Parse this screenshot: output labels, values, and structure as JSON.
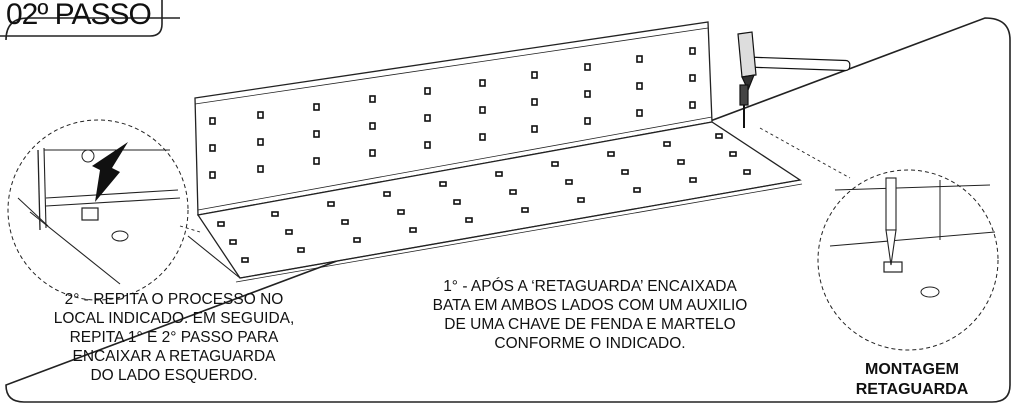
{
  "title": "02º PASSO",
  "left_note": {
    "lines": [
      "2° - REPITA O PROCESSO NO",
      "LOCAL INDICADO. EM SEGUIDA,",
      "REPITA 1° E 2° PASSO PARA",
      "ENCAIXAR A RETAGUARDA",
      "DO LADO ESQUERDO."
    ]
  },
  "center_note": {
    "lines": [
      "1° - APÓS A ‘RETAGUARDA’ ENCAIXADA",
      "BATA EM AMBOS LADOS COM UM AUXILIO",
      "DE UMA CHAVE DE FENDA E MARTELO",
      "CONFORME O INDICADO."
    ]
  },
  "detail_label": {
    "line1": "MONTAGEM",
    "line2": "RETAGUARDA"
  }
}
